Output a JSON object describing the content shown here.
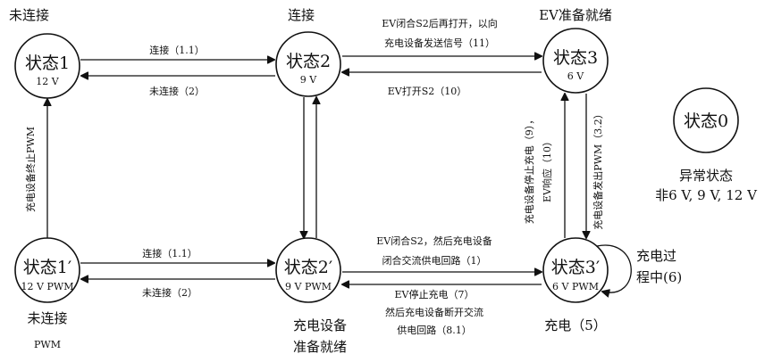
{
  "states": {
    "s1": {
      "name": "状态1",
      "voltage": "12 V"
    },
    "s2": {
      "name": "状态2",
      "voltage": "9 V"
    },
    "s3": {
      "name": "状态3",
      "voltage": "6 V"
    },
    "s0": {
      "name": "状态0"
    },
    "s1p": {
      "name": "状态1′",
      "voltage": "12 V PWM"
    },
    "s2p": {
      "name": "状态2′",
      "voltage": "9 V PWM"
    },
    "s3p": {
      "name": "状态3′",
      "voltage": "6 V PWM"
    }
  },
  "captions": {
    "s1_top": "未连接",
    "s2_top": "连接",
    "s3_top": "EV准备就绪",
    "s0_under1": "异常状态",
    "s0_under2": "非6 V, 9 V, 12 V",
    "s1p_under1": "未连接",
    "s1p_under2": "PWM",
    "s2p_under1": "充电设备",
    "s2p_under2": "准备就绪",
    "s3p_under": "充电（5）",
    "s3p_self_1": "充电过",
    "s3p_self_2": "程中(6)"
  },
  "edges": {
    "s1_s2": "连接（1.1）",
    "s2_s1": "未连接（2）",
    "s2_s3_line1": "EV闭合S2后再打开，以向",
    "s2_s3_line2": "充电设备发送信号（11）",
    "s3_s2": "EV打开S2（10）",
    "s1p_s1": "充电设备终止PWM",
    "s1p_s2p": "连接（1.1）",
    "s2p_s1p": "未连接（2）",
    "s2p_s3p_line1": "EV闭合S2，然后充电设备",
    "s2p_s3p_line2": "闭合交流供电回路（1）",
    "s3p_s2p_line1": "EV停止充电（7）",
    "s3p_s2p_line2": "然后充电设备断开交流",
    "s3p_s2p_line3": "供电回路（8.1）",
    "s3p_s3_a": "充电设备停止充电（9），",
    "s3p_s3_b": "EV响应（10）",
    "s3_s3p": "充电设备发出PWM（3.2）"
  }
}
